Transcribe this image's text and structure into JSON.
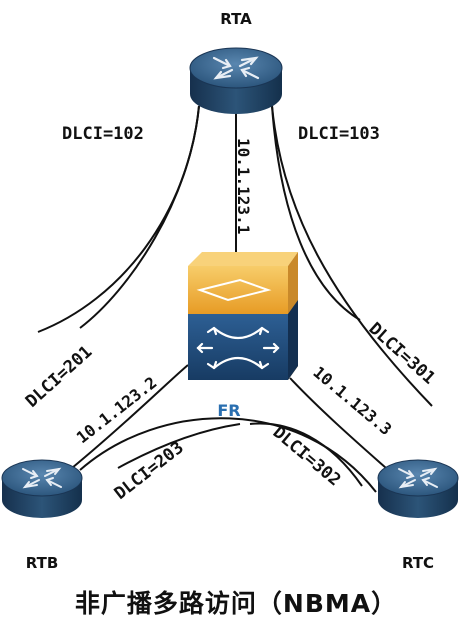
{
  "diagram": {
    "routers": {
      "rta": "RTA",
      "rtb": "RTB",
      "rtc": "RTC"
    },
    "switch_label": "FR",
    "dlci": {
      "a_to_b": "DLCI=102",
      "a_to_c": "DLCI=103",
      "b_to_a": "DLCI=201",
      "b_to_c": "DLCI=203",
      "c_to_a": "DLCI=301",
      "c_to_b": "DLCI=302"
    },
    "ips": {
      "rta": "10.1.123.1",
      "rtb": "10.1.123.2",
      "rtc": "10.1.123.3"
    },
    "caption": "非广播多路访问（NBMA）"
  },
  "colors": {
    "router_body": "#1f3c5c",
    "router_top": "#3d6a91",
    "switch_top": "#f2b23a",
    "switch_bottom": "#1f4a7a",
    "fr_label": "#2a6fb0"
  }
}
